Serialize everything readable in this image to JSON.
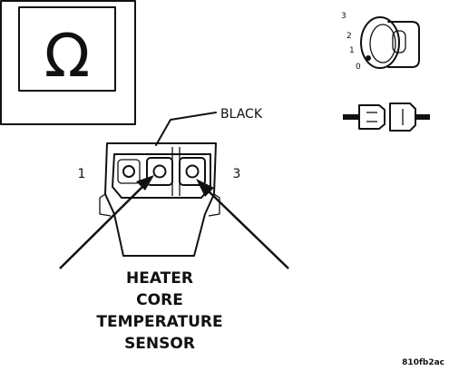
{
  "meter_symbol": "Ω",
  "connector": {
    "color_label": "BLACK",
    "pin_left": "1",
    "pin_right": "3"
  },
  "component_title": [
    "HEATER",
    "CORE",
    "TEMPERATURE",
    "SENSOR"
  ],
  "ignition_key": {
    "positions": [
      "3",
      "2",
      "1",
      "0"
    ]
  },
  "figure_code": "810fb2ac"
}
